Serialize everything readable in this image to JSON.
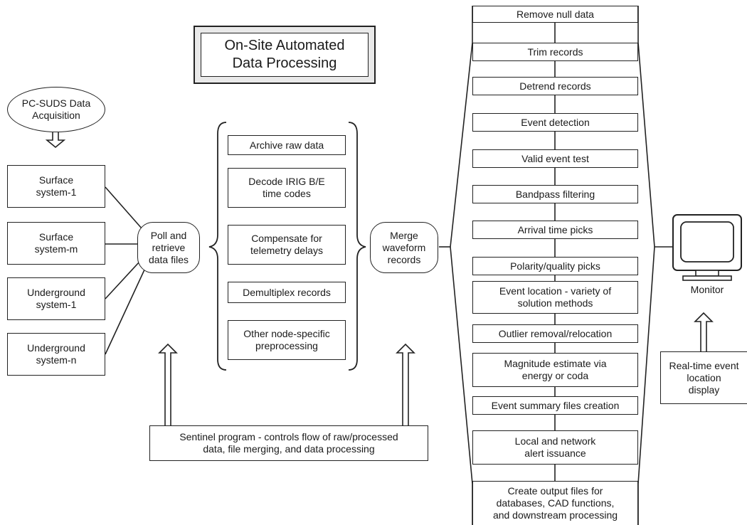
{
  "title": "On-Site Automated\nData Processing",
  "acquisition": "PC-SUDS Data\nAcquisition",
  "systems": [
    "Surface\nsystem-1",
    "Surface\nsystem-m",
    "Underground\nsystem-1",
    "Underground\nsystem-n"
  ],
  "poll": "Poll and\nretrieve\ndata files",
  "preprocessing_steps": [
    "Archive raw data",
    "Decode IRIG B/E\ntime codes",
    "Compensate for\ntelemetry delays",
    "Demultiplex records",
    "Other node-specific\npreprocessing"
  ],
  "merge": "Merge\nwaveform\nrecords",
  "sentinel": "Sentinel program - controls flow of raw/processed\ndata, file merging, and data processing",
  "processing_steps": [
    "Remove null data",
    "Trim records",
    "Detrend records",
    "Event detection",
    "Valid event test",
    "Bandpass filtering",
    "Arrival time picks",
    "Polarity/quality picks",
    "Event location - variety of\nsolution methods",
    "Outlier removal/relocation",
    "Magnitude estimate via\nenergy or coda",
    "Event summary files creation",
    "Local and network\nalert issuance",
    "Create output files for\ndatabases, CAD functions,\nand downstream processing"
  ],
  "monitor_label": "Monitor",
  "realtime_display": "Real-time event\nlocation\ndisplay"
}
